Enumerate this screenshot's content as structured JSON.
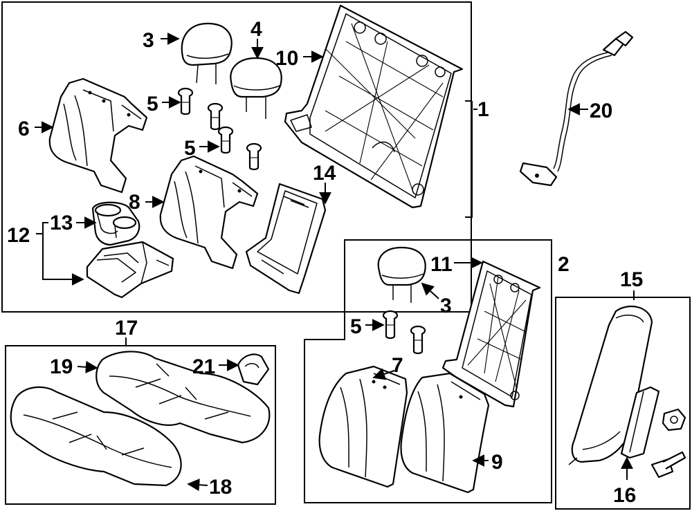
{
  "diagram": {
    "callouts": {
      "c1": "1",
      "c2": "2",
      "c3a": "3",
      "c3b": "3",
      "c4": "4",
      "c5a": "5",
      "c5b": "5",
      "c5c": "5",
      "c6": "6",
      "c7": "7",
      "c8": "8",
      "c9": "9",
      "c10": "10",
      "c11": "11",
      "c12": "12",
      "c13": "13",
      "c14": "14",
      "c15": "15",
      "c16": "16",
      "c17": "17",
      "c18": "18",
      "c19": "19",
      "c20": "20",
      "c21": "21"
    }
  }
}
